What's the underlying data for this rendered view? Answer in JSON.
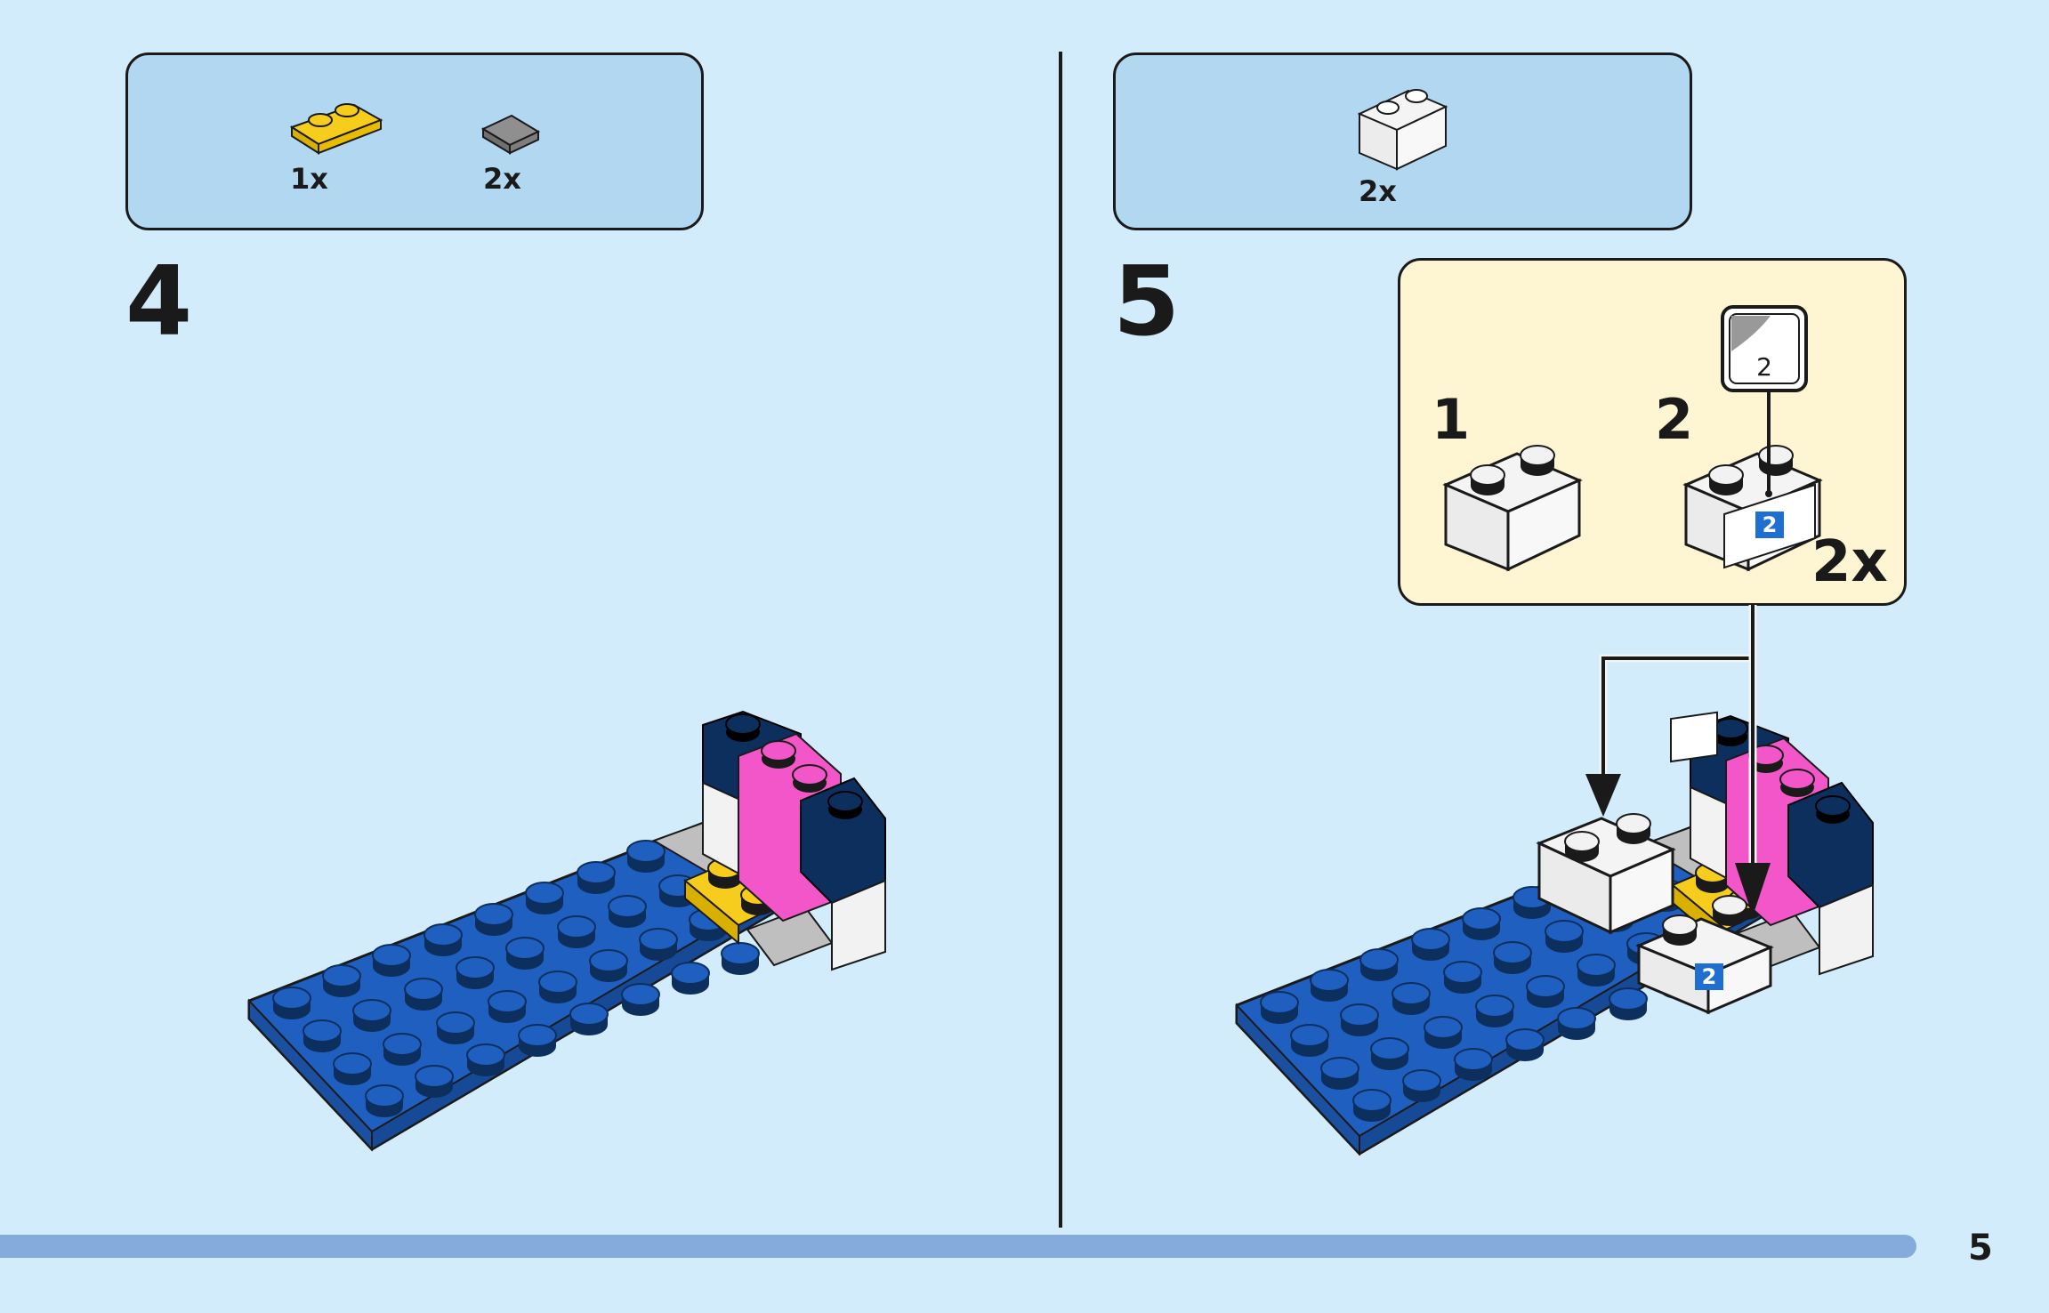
{
  "step4": {
    "number": "4",
    "parts": [
      {
        "name": "yellow-plate-1x2",
        "qty": "1x",
        "color": "#f6cc1d"
      },
      {
        "name": "gray-tile-1x1",
        "qty": "2x",
        "color": "#8f8f8f"
      }
    ]
  },
  "step5": {
    "number": "5",
    "parts": [
      {
        "name": "white-brick-1x2",
        "qty": "2x",
        "color": "#f4f4f4"
      }
    ],
    "callout": {
      "sub1": "1",
      "sub2": "2",
      "sticker_number": "2",
      "multiplier": "2x"
    }
  },
  "page_number": "5",
  "colors": {
    "background": "#d3ecfb",
    "parts_box": "#b2d8f1",
    "callout_bg": "#fef5d2",
    "baseplate_blue": "#1f5fbf",
    "dark_blue": "#0d2f5e",
    "pink": "#f356c8",
    "yellow": "#f6cc1d",
    "progress_bar": "#85abdd"
  }
}
